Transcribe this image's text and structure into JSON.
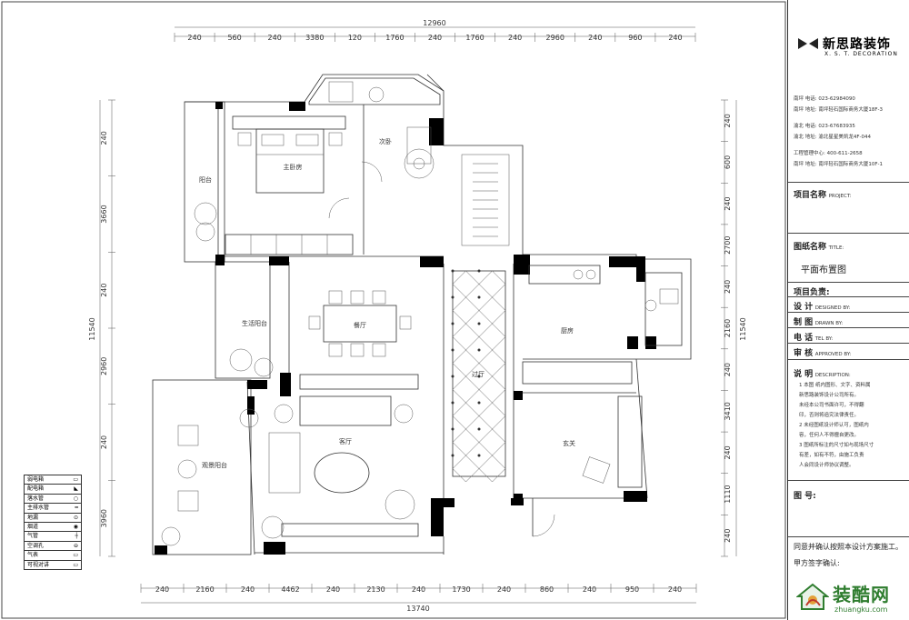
{
  "dimensions": {
    "top_total": "12960",
    "top": [
      "240",
      "560",
      "240",
      "3380",
      "120",
      "1760",
      "240",
      "1760",
      "240",
      "2960",
      "240",
      "960",
      "240"
    ],
    "bottom_total": "13740",
    "bottom": [
      "240",
      "2160",
      "240",
      "4462",
      "240",
      "2130",
      "240",
      "1730",
      "240",
      "860",
      "240",
      "950",
      "240"
    ],
    "left_total": "11540",
    "left": [
      "240",
      "3660",
      "240",
      "2960",
      "240",
      "3960"
    ],
    "right_total": "11540",
    "right": [
      "240",
      "600",
      "240",
      "2700",
      "240",
      "2160",
      "240",
      "3410",
      "240",
      "1110",
      "240"
    ]
  },
  "rooms": {
    "master": "主卧房",
    "balcony_top": "阳台",
    "bedroom2": "次卧",
    "living_balcony": "生活阳台",
    "dining": "餐厅",
    "kitchen": "厨房",
    "corridor": "过厅",
    "leisure_balcony": "观景阳台",
    "living": "客厅",
    "entry": "玄关"
  },
  "legend": [
    {
      "label": "弱电箱",
      "sym": "▭"
    },
    {
      "label": "配电箱",
      "sym": "◣"
    },
    {
      "label": "落水管",
      "sym": "○"
    },
    {
      "label": "主排水管",
      "sym": "━"
    },
    {
      "label": "地漏",
      "sym": "⊙"
    },
    {
      "label": "烟道",
      "sym": "◉"
    },
    {
      "label": "气管",
      "sym": "┼"
    },
    {
      "label": "空调孔",
      "sym": "⊖"
    },
    {
      "label": "气表",
      "sym": "▭"
    },
    {
      "label": "可视对讲",
      "sym": "▭"
    }
  ],
  "titleblock": {
    "brand": "新思路装饰",
    "brand_sub": "X. S. T. DECORATION",
    "contacts": [
      "南坪 电话: 023-62984090",
      "南坪 地址: 南坪轻石国际商务大厦18F-3",
      "渝北 电话: 023-67683935",
      "渝北 地址: 渝北星星美凯龙4F-044",
      "工程管理中心: 400-611-2658",
      "南坪 地址: 南坪轻石国际商务大厦10F-1"
    ],
    "project_name_label": "项目名称",
    "project_name_en": "PROJECT:",
    "drawing_name_label": "图纸名称",
    "drawing_name_en": "TITLE:",
    "drawing_name": "平面布置图",
    "project_lead": "项目负责:",
    "design_label": "设 计",
    "design_en": "DESIGNED BY:",
    "draw_label": "制 图",
    "draw_en": "DRAWN BY:",
    "tel_label": "电 话",
    "tel_en": "TEL BY:",
    "review_label": "审 核",
    "review_en": "APPROVED BY:",
    "notes_label": "说 明",
    "notes_en": "DESCRIPTION:",
    "notes": [
      "1 本图 纸内图形、文字、资料属",
      "  新思路装饰设计公司所有。",
      "  未经本公司书面许可，不得翻",
      "  印，否则将追究法律责任。",
      "2 未经图纸设计师认可，图纸内",
      "  容，任何人不得擅自更改。",
      "3 图纸所标注的尺寸如与现场尺寸",
      "  有差，如有不符，由施工负责",
      "  人会同设计师协议调整。"
    ],
    "drawing_no_label": "图 号:",
    "agree_text": "同意并确认按照本设计方案施工。",
    "sign_label": "甲方签字确认:"
  },
  "watermark": {
    "text": "装酷网",
    "url": "zhuangku.com"
  }
}
